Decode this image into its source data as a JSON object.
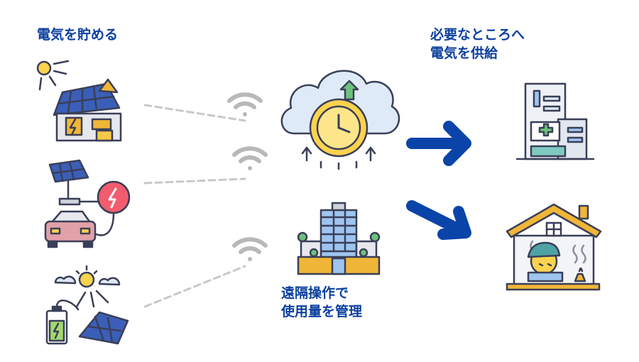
{
  "labels": {
    "store": "電気を貯める",
    "supply_line1": "必要なところへ",
    "supply_line2": "電気を供給",
    "remote_line1": "遠隔操作で",
    "remote_line2": "使用量を管理"
  },
  "icons": {
    "house_solar": "house-with-solar-panels-icon",
    "ev_charging": "electric-car-charging-icon",
    "solar_battery": "solar-panel-battery-icon",
    "cloud_clock": "cloud-clock-icon",
    "building": "office-building-icon",
    "hospital": "hospital-icon",
    "home_person": "home-with-person-icon"
  },
  "colors": {
    "label": "#0b3f9e",
    "arrow": "#0b44a8",
    "outline": "#3a3f58",
    "dashed": "#c8c8c8",
    "wifi": "#b8b8b8"
  }
}
